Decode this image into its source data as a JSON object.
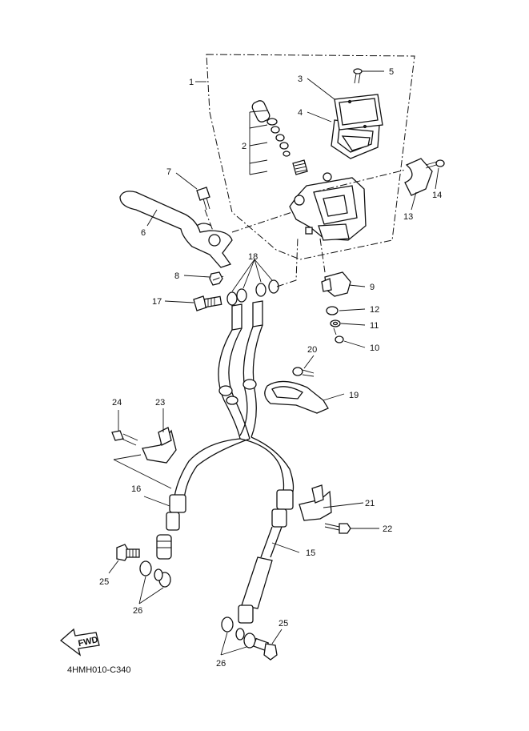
{
  "diagram_code": "4HMH010-C340",
  "fwd_arrow_label": "FWD",
  "callouts": {
    "p1": "1",
    "p2": "2",
    "p3": "3",
    "p4": "4",
    "p5": "5",
    "p6": "6",
    "p7": "7",
    "p8": "8",
    "p9": "9",
    "p10": "10",
    "p11": "11",
    "p12": "12",
    "p13": "13",
    "p14": "14",
    "p15": "15",
    "p16": "16",
    "p17": "17",
    "p18": "18",
    "p19": "19",
    "p20": "20",
    "p21": "21",
    "p22": "22",
    "p23": "23",
    "p24": "24",
    "p25a": "25",
    "p25b": "25",
    "p26a": "26",
    "p26b": "26"
  }
}
